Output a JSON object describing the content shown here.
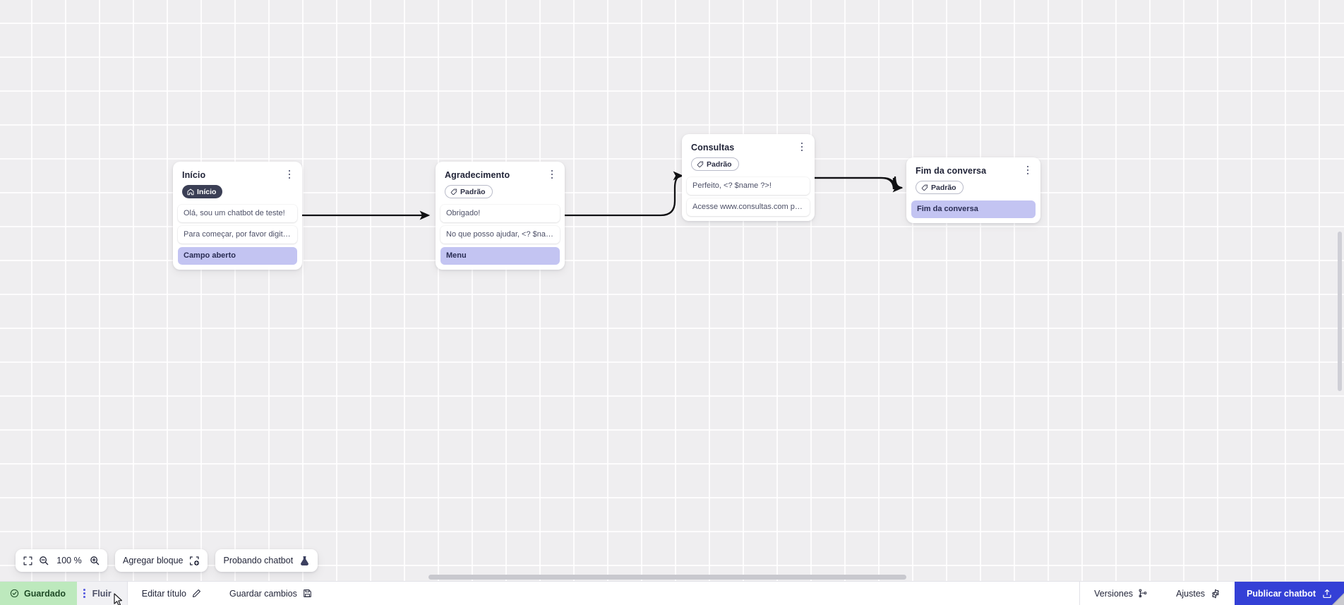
{
  "canvas": {
    "grid": true,
    "background_color": "#efeef0",
    "accent_color": "#3440d6",
    "node_accent_row_color": "#c3c4f2"
  },
  "nodes": [
    {
      "id": "inicio",
      "title": "Início",
      "badge": {
        "label": "Início",
        "icon": "home-icon",
        "style": "solid"
      },
      "rows": [
        {
          "text": "Olá, sou um chatbot de teste!",
          "type": "message"
        },
        {
          "text": "Para começar, por favor digite o ...",
          "type": "message"
        },
        {
          "text": "Campo aberto",
          "type": "input"
        }
      ]
    },
    {
      "id": "agradecimento",
      "title": "Agradecimento",
      "badge": {
        "label": "Padrão",
        "icon": "tag-icon",
        "style": "outline"
      },
      "rows": [
        {
          "text": "Obrigado!",
          "type": "message"
        },
        {
          "text": "No que posso ajudar, <? $name ...",
          "type": "message"
        },
        {
          "text": "Menu",
          "type": "input"
        }
      ]
    },
    {
      "id": "consultas",
      "title": "Consultas",
      "badge": {
        "label": "Padrão",
        "icon": "tag-icon",
        "style": "outline"
      },
      "rows": [
        {
          "text": "Perfeito, <? $name ?>!",
          "type": "message"
        },
        {
          "text": "Acesse www.consultas.com par...",
          "type": "message"
        }
      ]
    },
    {
      "id": "fim",
      "title": "Fim da conversa",
      "badge": {
        "label": "Padrão",
        "icon": "tag-icon",
        "style": "outline"
      },
      "rows": [
        {
          "text": "Fim da conversa",
          "type": "input"
        }
      ]
    }
  ],
  "toolbar": {
    "fit_icon": "fit-screen-icon",
    "zoom_out_icon": "zoom-out-icon",
    "zoom_level": "100 %",
    "zoom_in_icon": "zoom-in-icon",
    "add_block_label": "Agregar bloque",
    "add_block_icon": "add-block-icon",
    "test_chatbot_label": "Probando chatbot",
    "test_chatbot_icon": "flask-icon"
  },
  "bottom_bar": {
    "saved_label": "Guardado",
    "saved_icon": "check-circle-icon",
    "saved_bg": "#bde9bd",
    "tab_label": "Fluir",
    "tab_drag_icon": "drag-handle-icon",
    "edit_title_label": "Editar título",
    "edit_title_icon": "pencil-icon",
    "save_changes_label": "Guardar cambios",
    "save_changes_icon": "save-disk-icon",
    "versions_label": "Versiones",
    "versions_icon": "branch-icon",
    "settings_label": "Ajustes",
    "settings_icon": "gear-icon",
    "publish_label": "Publicar chatbot",
    "publish_icon": "upload-icon",
    "publish_bg": "#3440d6"
  }
}
